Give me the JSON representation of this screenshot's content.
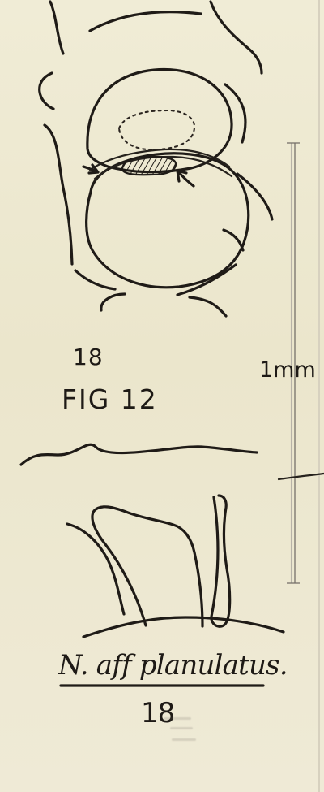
{
  "labels": {
    "specimen_number_top": "18",
    "figure_label": "FIG 12",
    "scale_label": "1mm",
    "species_label": "N. aff planulatus.",
    "specimen_number_bottom": "18"
  },
  "colors": {
    "paper": "#ece7cf",
    "ink": "#1f1b17",
    "scale_bar": "#b7b2a7"
  }
}
